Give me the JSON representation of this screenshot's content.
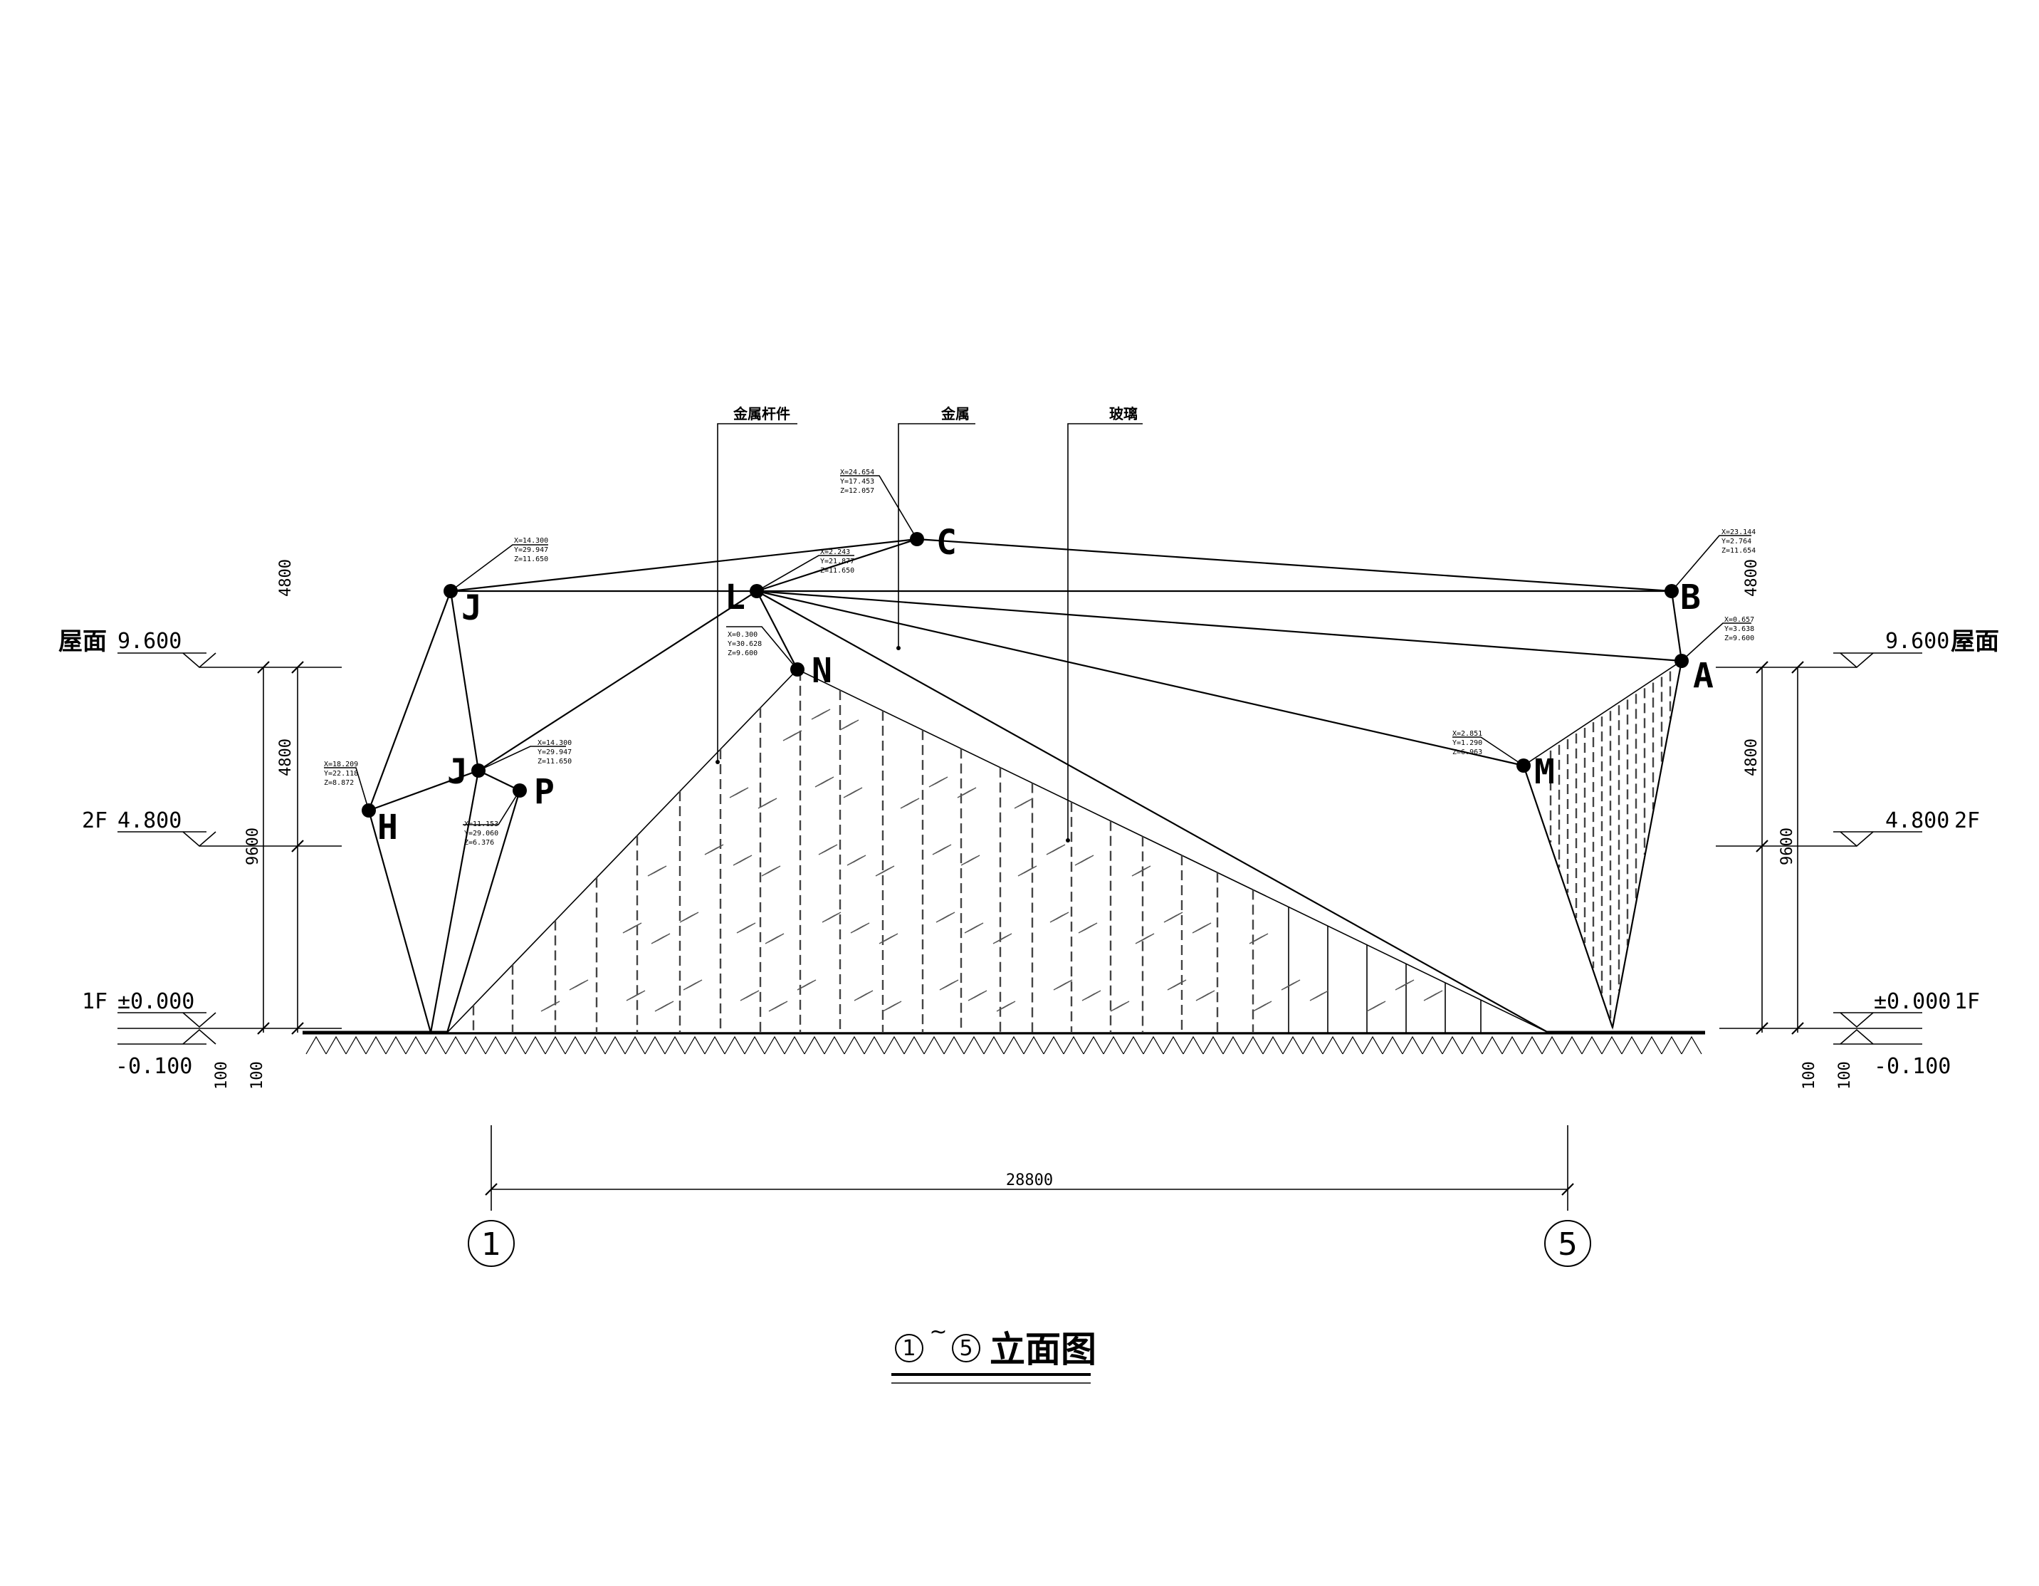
{
  "callouts": {
    "metal_members": "金属杆件",
    "metal": "金属",
    "glass": "玻璃"
  },
  "points": {
    "C": "C",
    "J_top": "J",
    "L": "L",
    "B": "B",
    "N": "N",
    "A": "A",
    "J_mid": "J",
    "P": "P",
    "H": "H",
    "M": "M"
  },
  "coords": {
    "C": [
      "X=24.654",
      "Y=17.453",
      "Z=12.057"
    ],
    "J_top": [
      "X=14.300",
      "Y=29.947",
      "Z=11.650"
    ],
    "L": [
      "X=2.243",
      "Y=21.877",
      "Z=11.650"
    ],
    "B": [
      "X=23.144",
      "Y=2.764",
      "Z=11.654"
    ],
    "N": [
      "X=0.300",
      "Y=30.628",
      "Z=9.600"
    ],
    "A": [
      "X=0.657",
      "Y=3.638",
      "Z=9.600"
    ],
    "M": [
      "X=2.851",
      "Y=1.290",
      "Z=6.963"
    ],
    "J_mid": [
      "X=14.300",
      "Y=29.947",
      "Z=11.650"
    ],
    "H": [
      "X=18.209",
      "Y=22.118",
      "Z=8.872"
    ],
    "P": [
      "X=11.153",
      "Y=29.060",
      "Z=6.376"
    ]
  },
  "levels": {
    "roof_cn": "屋面",
    "roof_val": "9.600",
    "f2": "2F",
    "f2_val": "4.800",
    "f1": "1F",
    "f1_val": "±0.000",
    "below_val": "-0.100"
  },
  "dims": {
    "d4800": "4800",
    "d9600": "9600",
    "d100": "100",
    "span": "28800"
  },
  "axes": {
    "axis_1": "1",
    "axis_5": "5"
  },
  "title": {
    "from": "1",
    "tilde": "~",
    "to": "5",
    "text": "立面图"
  }
}
